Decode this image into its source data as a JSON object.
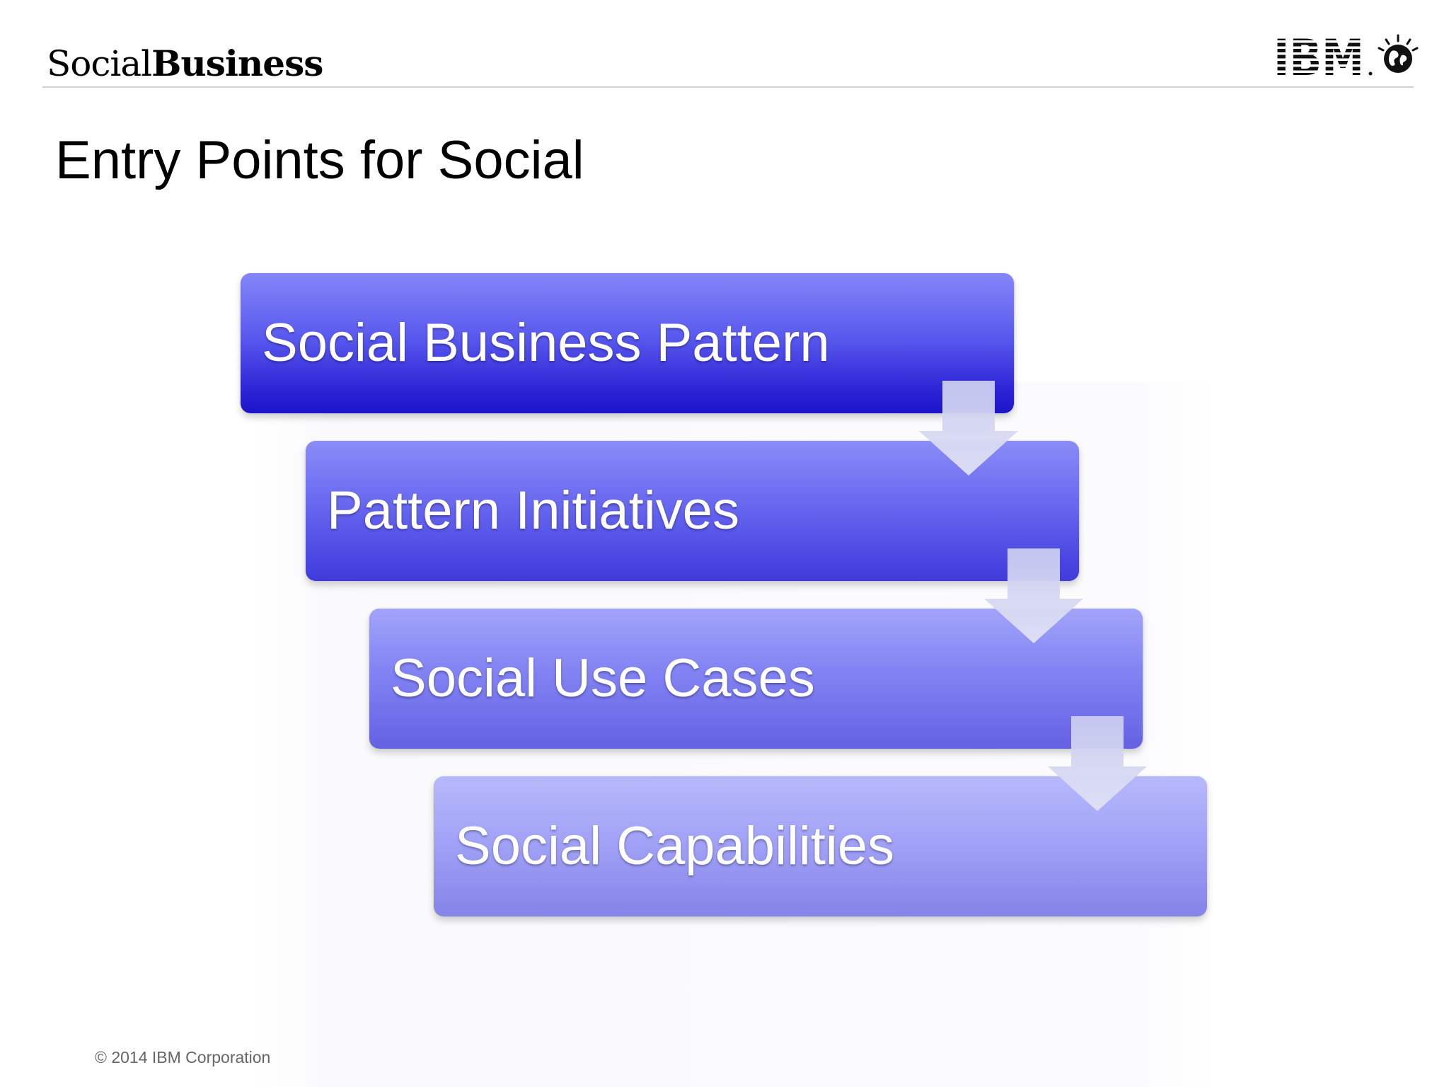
{
  "header": {
    "brand_light": "Social",
    "brand_bold": "Business",
    "ibm_logo_text": "IBM",
    "logo_icon": "ibm-logo-icon",
    "globe_icon": "globe-icon"
  },
  "title": "Entry Points for Social",
  "steps": [
    {
      "label": "Social Business Pattern"
    },
    {
      "label": "Pattern Initiatives"
    },
    {
      "label": "Social Use Cases"
    },
    {
      "label": "Social Capabilities"
    }
  ],
  "arrow_icon": "arrow-down-icon",
  "footer": {
    "copyright": "© 2014 IBM Corporation"
  },
  "colors": {
    "step_1": "#2b22d5",
    "step_2": "#4a46e2",
    "step_3": "#6d6ae8",
    "step_4": "#8d8ced",
    "arrow": "#d4d5ee"
  }
}
